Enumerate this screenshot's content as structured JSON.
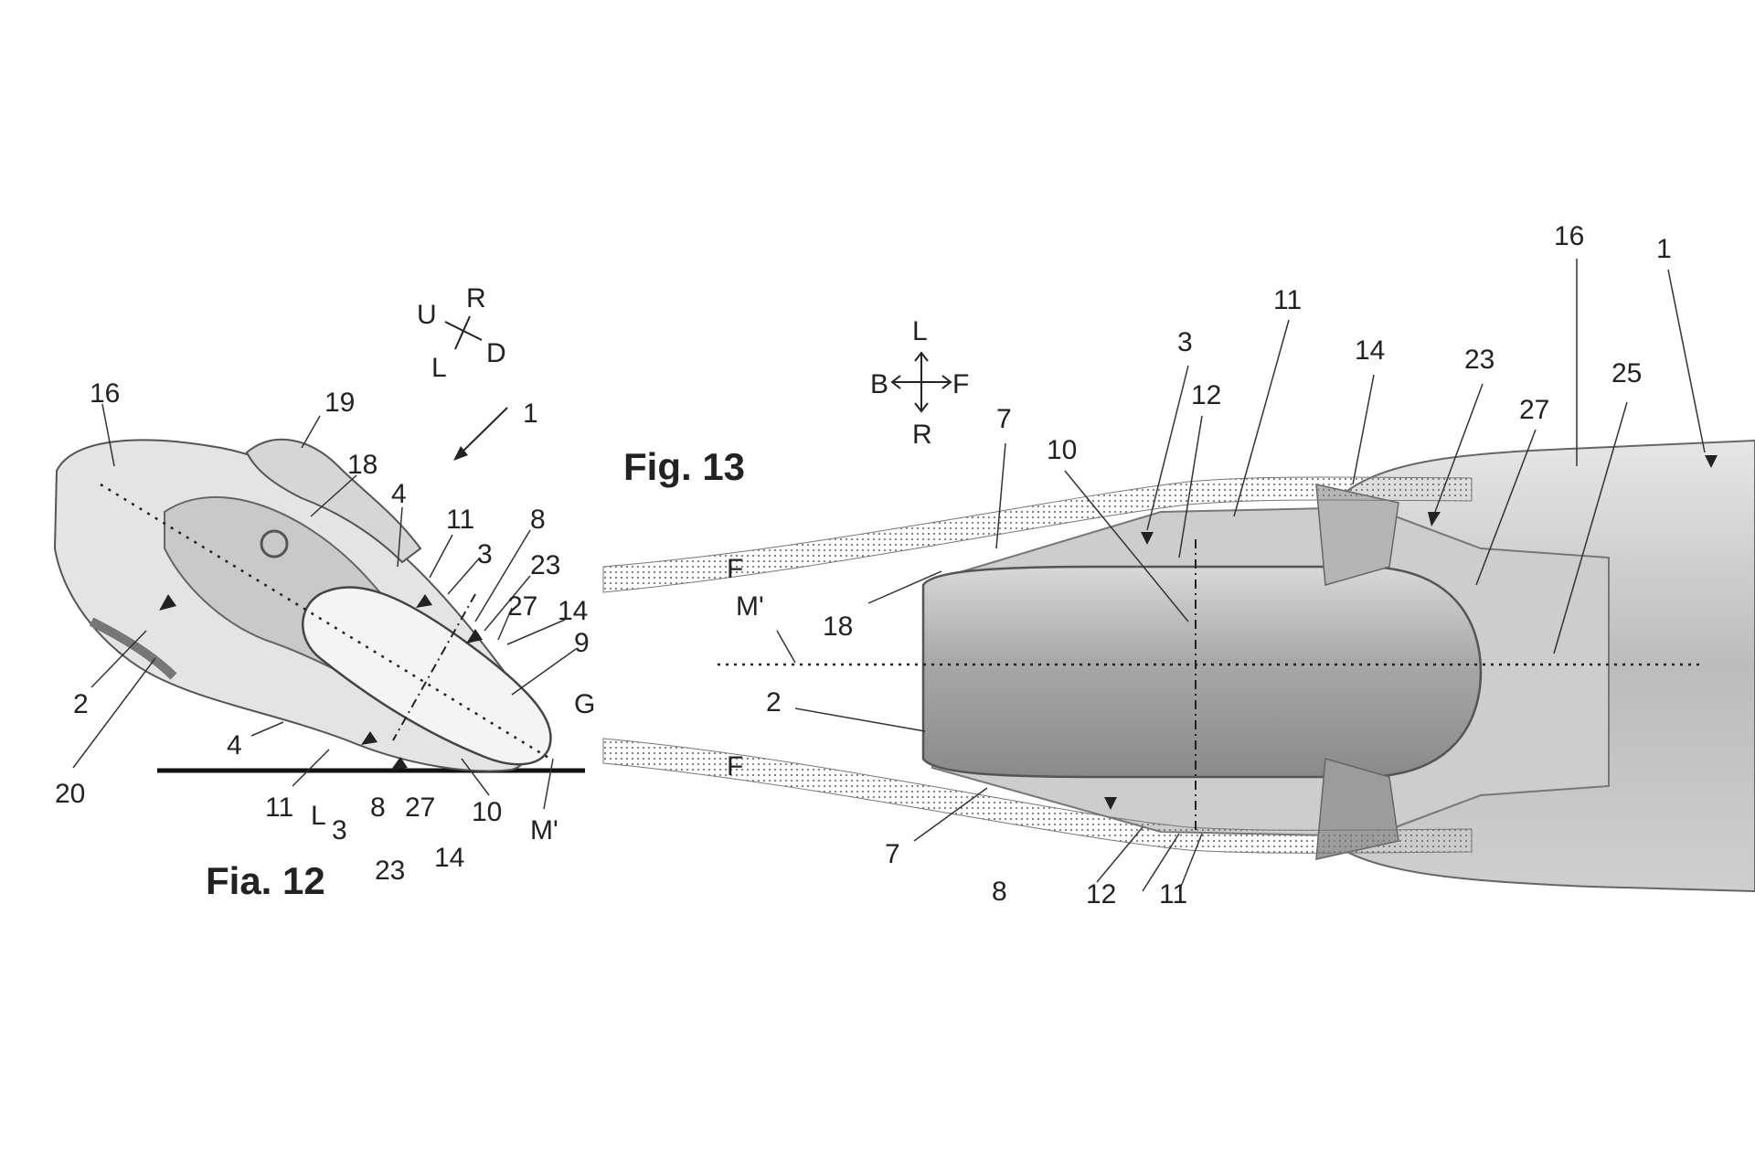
{
  "figures": [
    {
      "id": "fig12",
      "caption": "Fia. 12"
    },
    {
      "id": "fig13",
      "caption": "Fig. 13"
    }
  ],
  "compass_fig12": {
    "up": "U",
    "right": "R",
    "left": "L",
    "down": "D"
  },
  "compass_fig13": {
    "top": "L",
    "left": "B",
    "right": "F",
    "bottom": "R"
  },
  "fig12_labels": [
    "16",
    "19",
    "18",
    "1",
    "4",
    "11",
    "3",
    "8",
    "23",
    "27",
    "14",
    "9",
    "G",
    "2",
    "20",
    "4",
    "11",
    "L",
    "3",
    "8",
    "27",
    "10",
    "M'",
    "23",
    "14"
  ],
  "fig13_labels": [
    "16",
    "1",
    "11",
    "3",
    "14",
    "23",
    "12",
    "27",
    "25",
    "7",
    "10",
    "18",
    "M'",
    "2",
    "7",
    "8",
    "12",
    "11"
  ],
  "fig13_flow_labels": [
    "F",
    "F"
  ],
  "colors": {
    "ink": "#222222",
    "body": "#bdbdbd",
    "body_dark": "#8f8f8f",
    "body_light": "#e2e2e2"
  }
}
